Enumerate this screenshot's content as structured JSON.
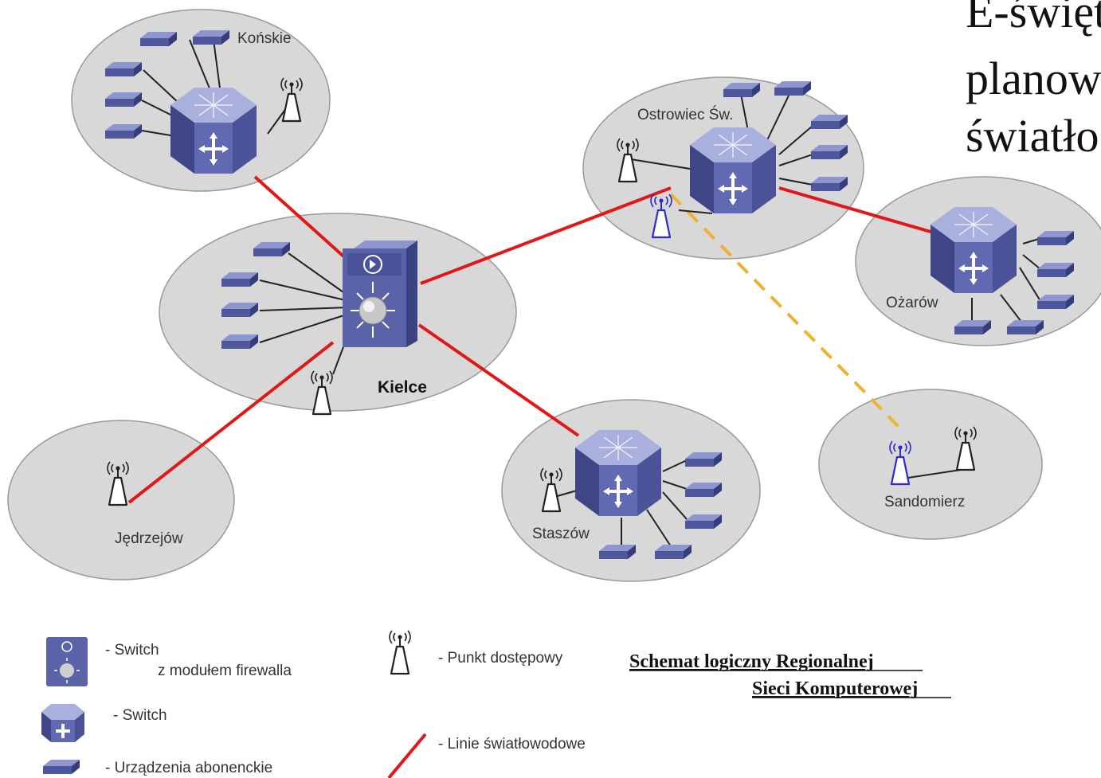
{
  "heading": {
    "line1": "E-święt",
    "line2": "planow",
    "line3": "światło"
  },
  "cities": {
    "konskie": "Końskie",
    "ostrowiec": "Ostrowiec Św.",
    "ozarow": "Ożarów",
    "kielce": "Kielce",
    "jedrzejow": "Jędrzejów",
    "staszow": "Staszów",
    "sandomierz": "Sandomierz"
  },
  "legend": {
    "firewall_switch_line1": "- Switch",
    "firewall_switch_line2": "z modułem firewalla",
    "switch": "- Switch",
    "subscriber_devices": "- Urządzenia abonenckie",
    "access_point": "- Punkt dostępowy",
    "fiber_lines": "- Linie światłowodowe"
  },
  "schema_title": {
    "line1": "Schemat logiczny Regionalnej",
    "line2": "Sieci Komputerowej"
  },
  "colors": {
    "fiber": "#e01818",
    "wireless_link": "#f0b030",
    "ellipse_fill": "#d8d8d8",
    "device_blue": "#5a63a8",
    "access_point_blue": "#2a2ad0"
  }
}
